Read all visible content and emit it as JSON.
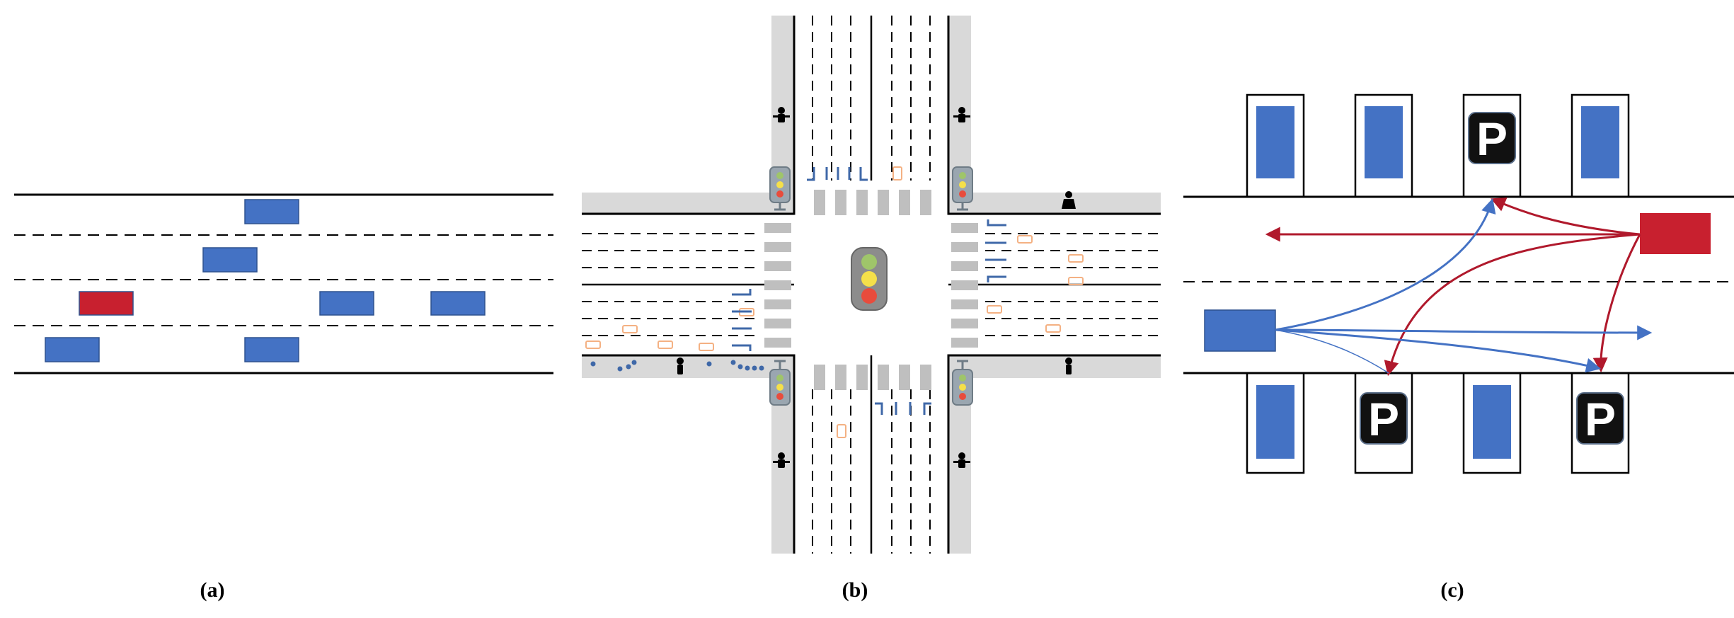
{
  "panels": {
    "a": {
      "caption": "(a)"
    },
    "b": {
      "caption": "(b)"
    },
    "c": {
      "caption": "(c)",
      "parking_sign": "P"
    }
  },
  "colors": {
    "ego_vehicle": "#c8202f",
    "other_vehicle": "#4472c4",
    "road_line": "#000000",
    "sidewalk": "#d9d9d9",
    "crosswalk": "#bfbfbf",
    "arrow_blue": "#3f68a8",
    "pedestrian_orange": "#f4b183",
    "traffic_light_red": "#e84c3d",
    "traffic_light_yellow": "#f5e04a",
    "traffic_light_green": "#9fc56a"
  },
  "icons": [
    "pedestrian-icon",
    "traffic-light-icon",
    "lane-arrow-icon",
    "parking-sign-icon",
    "trajectory-arrow"
  ]
}
